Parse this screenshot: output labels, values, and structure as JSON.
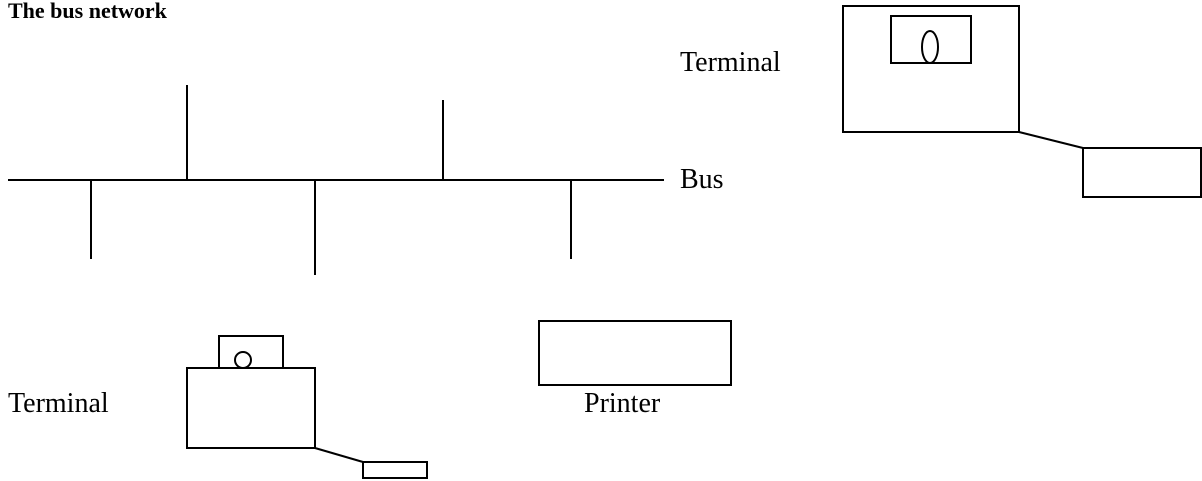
{
  "diagram": {
    "title": "The bus network",
    "bus_label": "Bus",
    "terminal_label_top": "Terminal",
    "terminal_label_bottom": "Terminal",
    "printer_label": "Printer"
  }
}
